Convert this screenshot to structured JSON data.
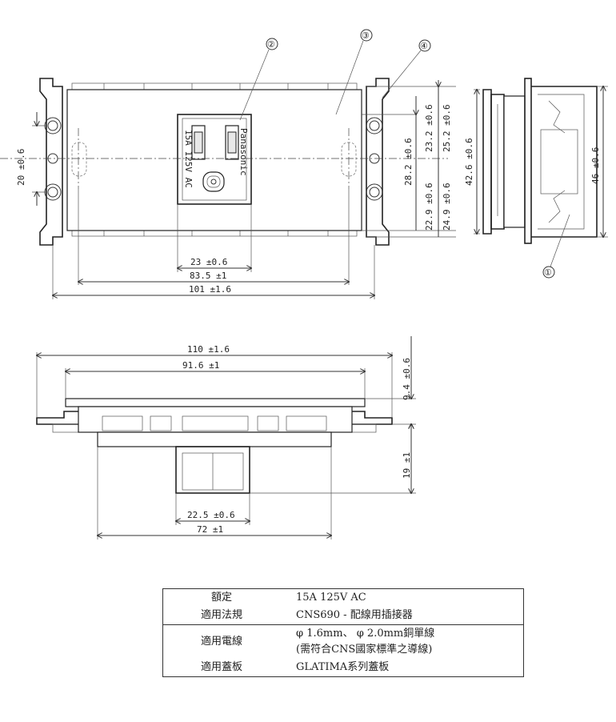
{
  "callouts": [
    "①",
    "②",
    "③",
    "④"
  ],
  "product_mark": "Panasonic",
  "outlet_rating_mark": "15A 125V AC",
  "dimensions": {
    "d20": "20 ±0.6",
    "d23_2": "23.2 ±0.6",
    "d25_2": "25.2 ±0.6",
    "d28_2": "28.2 ±0.6",
    "d22_9": "22.9 ±0.6",
    "d24_9": "24.9 ±0.6",
    "d42_6": "42.6 ±0.6",
    "d46": "46 ±0.6",
    "d23": "23 ±0.6",
    "d83_5": "83.5 ±1",
    "d101": "101 ±1.6",
    "d110": "110 ±1.6",
    "d91_6": "91.6 ±1",
    "d9_4": "9.4 ±0.6",
    "d19": "19 ±1",
    "d22_5": "22.5 ±0.6",
    "d72": "72 ±1"
  },
  "spec": {
    "rows": [
      {
        "label": "額定",
        "value": "15A 125V AC"
      },
      {
        "label": "適用法規",
        "value": "CNS690 - 配線用插接器"
      },
      {
        "label": "適用電線",
        "value": "φ 1.6mm、 φ 2.0mm銅單線",
        "value2": "(需符合CNS國家標準之導線)"
      },
      {
        "label": "適用蓋板",
        "value": "GLATIMA系列蓋板"
      }
    ]
  }
}
